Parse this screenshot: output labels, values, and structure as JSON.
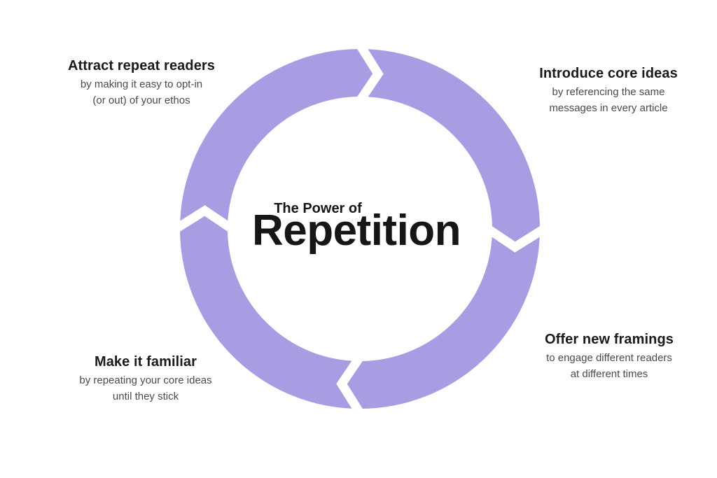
{
  "colors": {
    "ring": "#a99ce2",
    "chevron_gap": "#ffffff",
    "title_text": "#1a1a1a",
    "subtitle_text": "#4a4a4a"
  },
  "diagram": {
    "center": {
      "kicker": "The Power of",
      "title": "Repetition"
    },
    "labels": [
      {
        "position": "top-left",
        "title": "Attract repeat readers",
        "line1": "by making it easy to opt-in",
        "line2": "(or out) of your ethos"
      },
      {
        "position": "top-right",
        "title": "Introduce core ideas",
        "line1": "by referencing the same",
        "line2": "messages in every article"
      },
      {
        "position": "bottom-right",
        "title": "Offer new framings",
        "line1": "to engage different readers",
        "line2": "at different times"
      },
      {
        "position": "bottom-left",
        "title": "Make it familiar",
        "line1": "by repeating your core ideas",
        "line2": "until they stick"
      }
    ],
    "flow_direction": "clockwise",
    "chevrons": [
      "top",
      "right",
      "bottom",
      "left"
    ]
  }
}
